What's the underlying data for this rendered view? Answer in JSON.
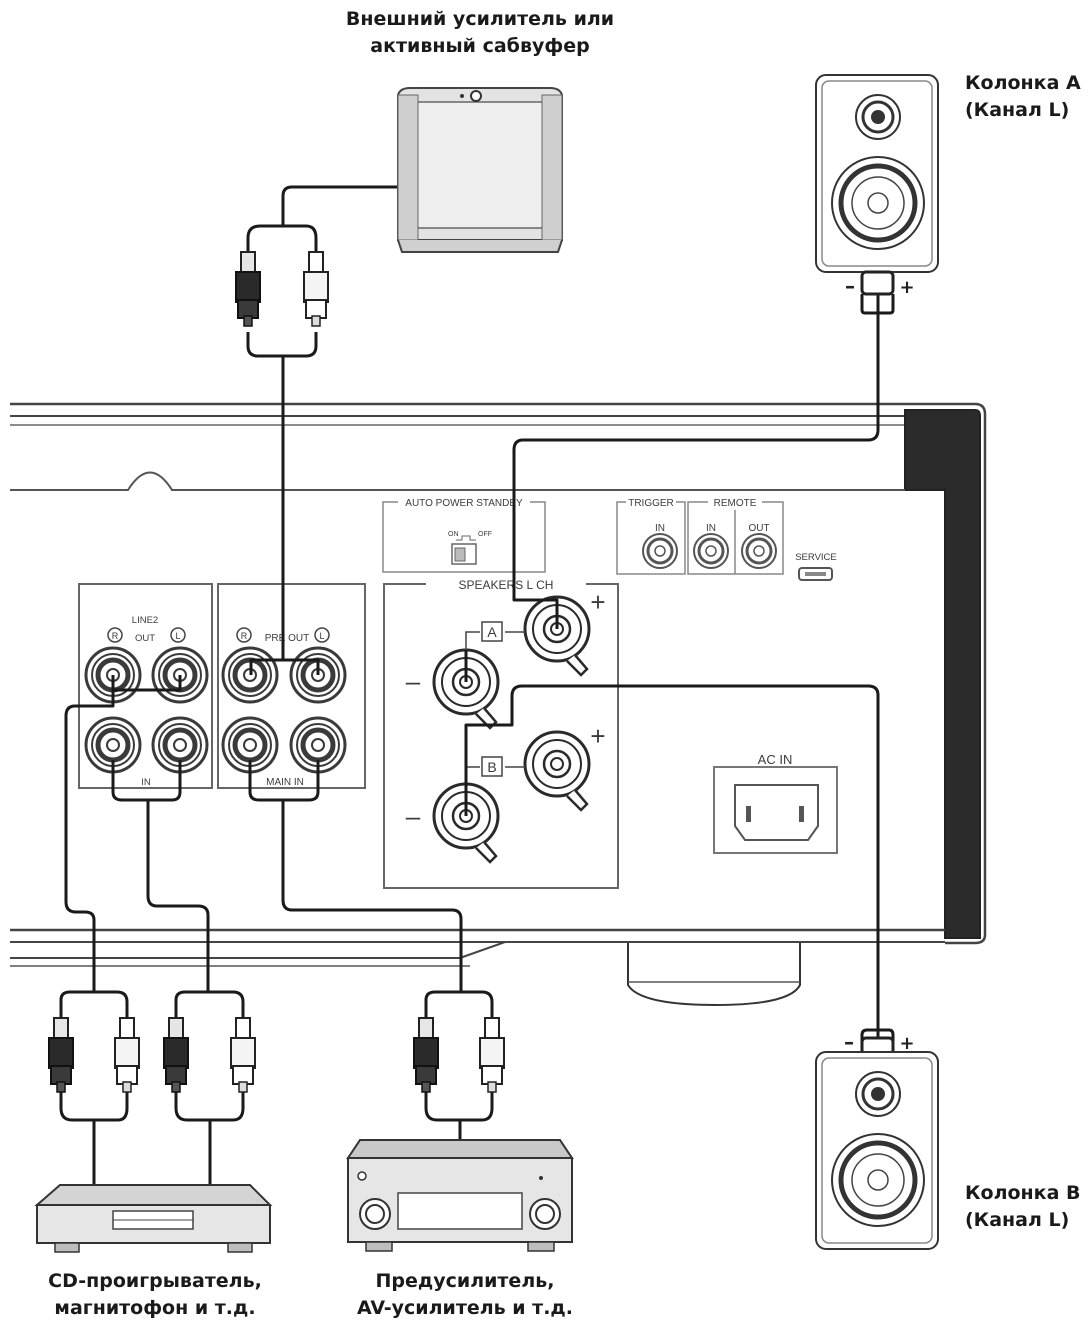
{
  "captions": {
    "subwoofer": [
      "Внешний усилитель или",
      "активный сабвуфер"
    ],
    "speaker_a": [
      "Колонка A",
      "(Канал L)"
    ],
    "speaker_b": [
      "Колонка B",
      "(Канал L)"
    ],
    "cd": [
      "CD-проигрыватель,",
      "магнитофон и т.д."
    ],
    "preamp": [
      "Предусилитель,",
      "AV-усилитель и т.д."
    ]
  },
  "panel": {
    "auto_power_standby": "AUTO POWER STANDBY",
    "trigger": "TRIGGER",
    "remote": "REMOTE",
    "trigger_in": "IN",
    "remote_in": "IN",
    "remote_out": "OUT",
    "service": "SERVICE",
    "speakers": "SPEAKERS L CH",
    "line2": "LINE2",
    "out": "OUT",
    "in": "IN",
    "pre_out": "PRE OUT",
    "main_in": "MAIN IN",
    "ac_in": "AC IN",
    "r": "R",
    "l": "L",
    "a": "A",
    "b": "B",
    "plus": "+",
    "minus": "–",
    "switch_on": "ON",
    "switch_off": "OFF"
  },
  "colors": {
    "line": "#1a1a1a",
    "panel_line": "#7a7a7a",
    "device_fill": "#e3e3e3",
    "plug_dark": "#2a2a2a",
    "plug_light": "#f4f4f4"
  }
}
